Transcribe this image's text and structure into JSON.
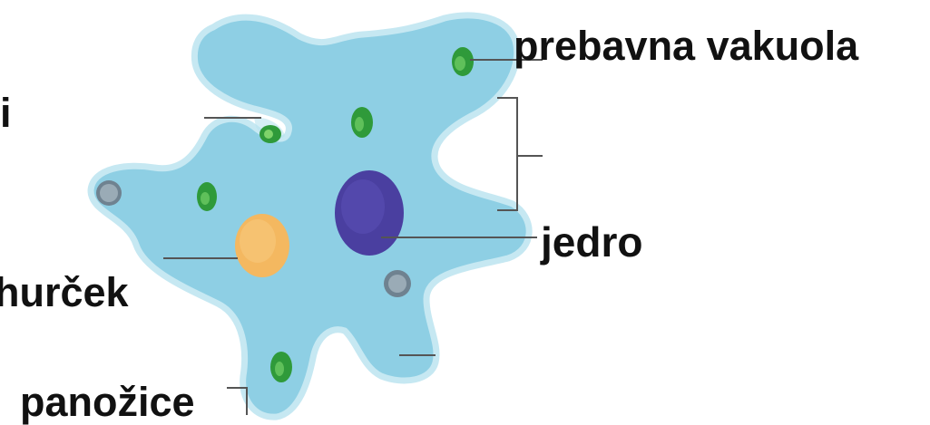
{
  "labels": {
    "prebavna_vakuola": "prebavna vakuola",
    "partial_left_top": "i",
    "jedro": "jedro",
    "partial_left_mid": "hurček",
    "panozice": "panožice"
  },
  "colors": {
    "cytoplasm": "#8ecfe4",
    "membrane": "#c6e8f2",
    "nucleus": "#4a3fa0",
    "contractile_vacuole": "#f4b860",
    "food_vacuole": "#2f9a3a",
    "vesicle": "#7a8f9a",
    "leader_line": "#555555",
    "text": "#111111"
  }
}
